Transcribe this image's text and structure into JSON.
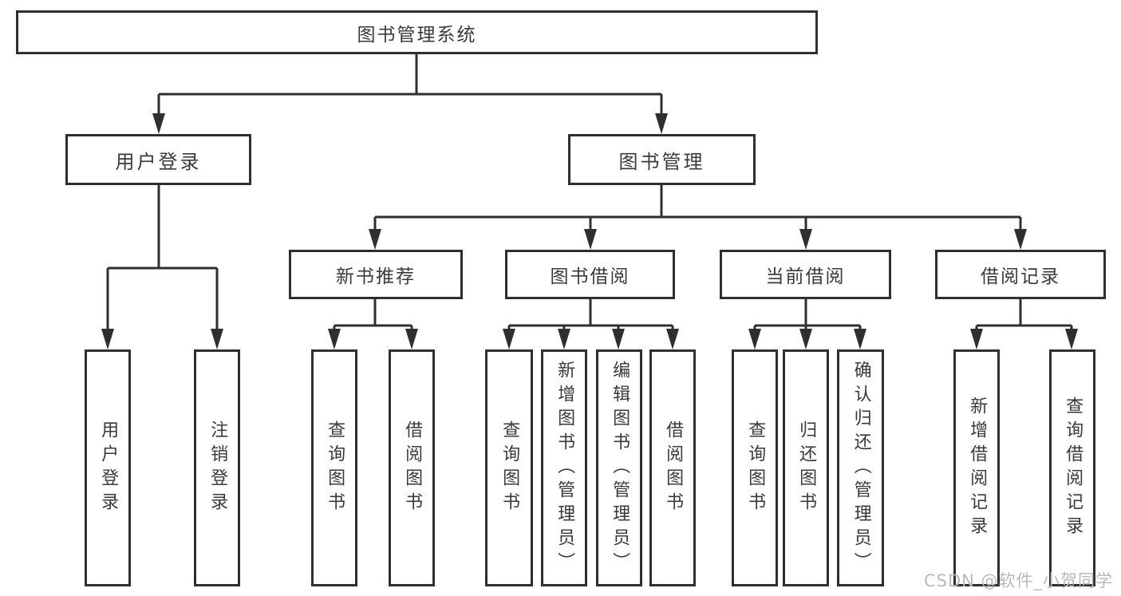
{
  "tree": {
    "root": {
      "label": "图书管理系统"
    },
    "children": [
      {
        "label": "用户登录",
        "children": [
          {
            "label": "用户登录"
          },
          {
            "label": "注销登录"
          }
        ]
      },
      {
        "label": "图书管理",
        "children": [
          {
            "label": "新书推荐",
            "children": [
              {
                "label": "查询图书"
              },
              {
                "label": "借阅图书"
              }
            ]
          },
          {
            "label": "图书借阅",
            "children": [
              {
                "label": "查询图书"
              },
              {
                "label": "新增图书（管理员）"
              },
              {
                "label": "编辑图书（管理员）"
              },
              {
                "label": "借阅图书"
              }
            ]
          },
          {
            "label": "当前借阅",
            "children": [
              {
                "label": "查询图书"
              },
              {
                "label": "归还图书"
              },
              {
                "label": "确认归还（管理员）"
              }
            ]
          },
          {
            "label": "借阅记录",
            "children": [
              {
                "label": "新增借阅记录"
              },
              {
                "label": "查询借阅记录"
              }
            ]
          }
        ]
      }
    ]
  },
  "watermark": {
    "text": "CSDN @软件_小贺同学",
    "color": "#b9b9b9"
  },
  "colors": {
    "line": "#2f2f2f",
    "box_border": "#2f2f2f",
    "text": "#3a3a3a",
    "background": "#ffffff"
  }
}
